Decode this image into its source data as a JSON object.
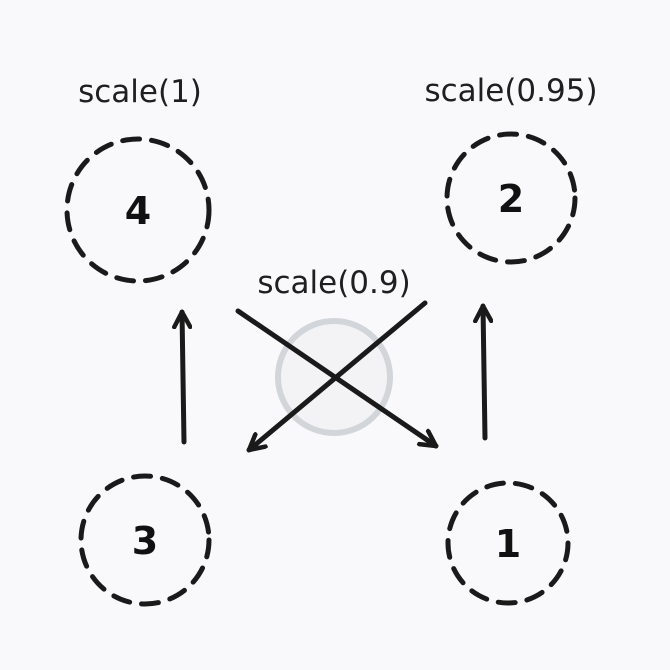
{
  "labels": {
    "top_left": "scale(1)",
    "top_right": "scale(0.95)",
    "center": "scale(0.9)"
  },
  "circles": {
    "top_left": "4",
    "top_right": "2",
    "bottom_left": "3",
    "bottom_right": "1"
  },
  "colors": {
    "stroke": "#1a1a1a",
    "center_fill": "#f3f3f5",
    "center_stroke": "#d2d5da",
    "background": "#f9f9fb"
  }
}
